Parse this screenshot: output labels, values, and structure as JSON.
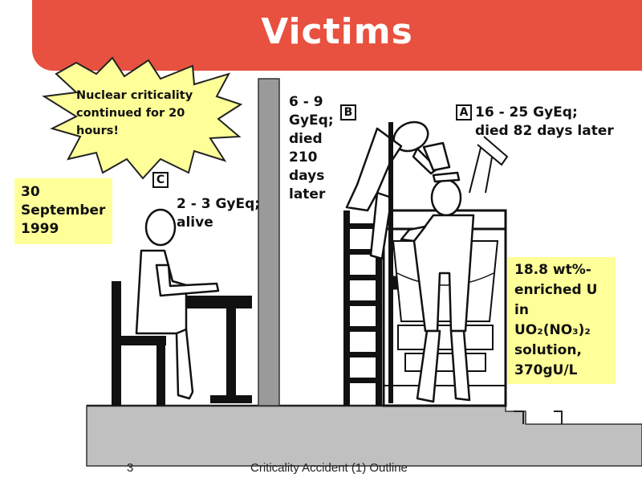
{
  "title": "Victims",
  "callout": "Nuclear criticality continued for 20 hours!",
  "date_box": [
    "30",
    "September",
    "1999"
  ],
  "victims": {
    "a": {
      "tag": "A",
      "dose": "16 - 25 GyEq;",
      "outcome": "died 82 days later"
    },
    "b": {
      "tag": "B",
      "lines": [
        "6 - 9",
        "GyEq;",
        "died",
        "210",
        "days",
        "later"
      ]
    },
    "c": {
      "tag": "C",
      "dose": "2 - 3 GyEq;",
      "outcome": "alive"
    }
  },
  "solution_box": [
    "18.8 wt%-",
    "enriched U",
    "in",
    "UO₂(NO₃)₂",
    "solution,",
    "370gU/L"
  ],
  "footer": {
    "page_number": "3",
    "text": "Criticality Accident (1) Outline"
  },
  "colors": {
    "banner": "#e8513f",
    "highlight": "#ffff99",
    "floor": "#c0c0c0",
    "pillar": "#9a9a9a"
  }
}
